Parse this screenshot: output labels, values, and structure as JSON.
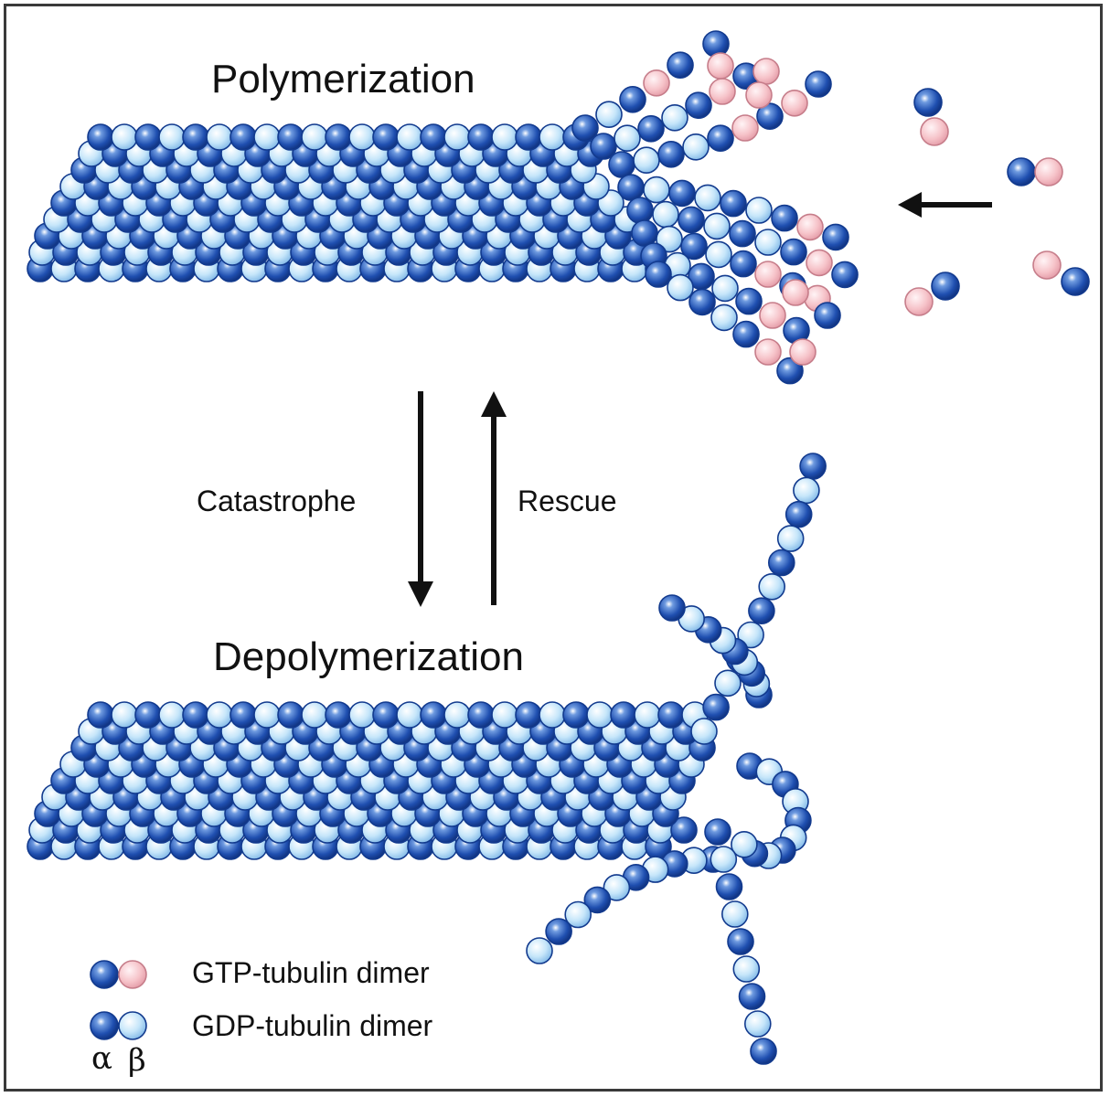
{
  "labels": {
    "polymerization": "Polymerization",
    "depolymerization": "Depolymerization",
    "catastrophe": "Catastrophe",
    "rescue": "Rescue"
  },
  "legend": {
    "gtp": "GTP-tubulin dimer",
    "gdp": "GDP-tubulin dimer",
    "alpha": "α",
    "beta": "β"
  },
  "colors": {
    "alpha_subunit": "#1f4fb0",
    "gdp_beta_subunit": "#b3dcf6",
    "gtp_beta_subunit": "#f6c3c9",
    "outline": "#123a8e",
    "arrow": "#111111",
    "frame": "#3a3a3a"
  }
}
